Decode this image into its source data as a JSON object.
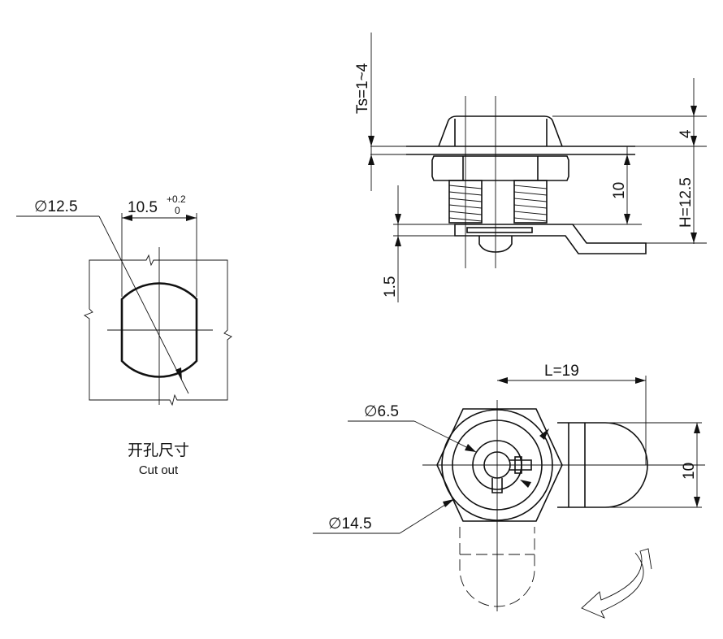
{
  "cutout": {
    "diameter_label": "∅12.5",
    "width_label": "10.5",
    "tol_upper": "+0.2",
    "tol_lower": "0",
    "caption_cn": "开孔尺寸",
    "caption_en": "Cut out"
  },
  "side_view": {
    "ts_label": "Ts=1~4",
    "dim_4": "4",
    "dim_10": "10",
    "height_label": "H=12.5",
    "dim_1_5": "1.5"
  },
  "front_view": {
    "length_label": "L=19",
    "inner_diameter_label": "∅6.5",
    "outer_diameter_label": "∅14.5",
    "dim_10": "10"
  }
}
